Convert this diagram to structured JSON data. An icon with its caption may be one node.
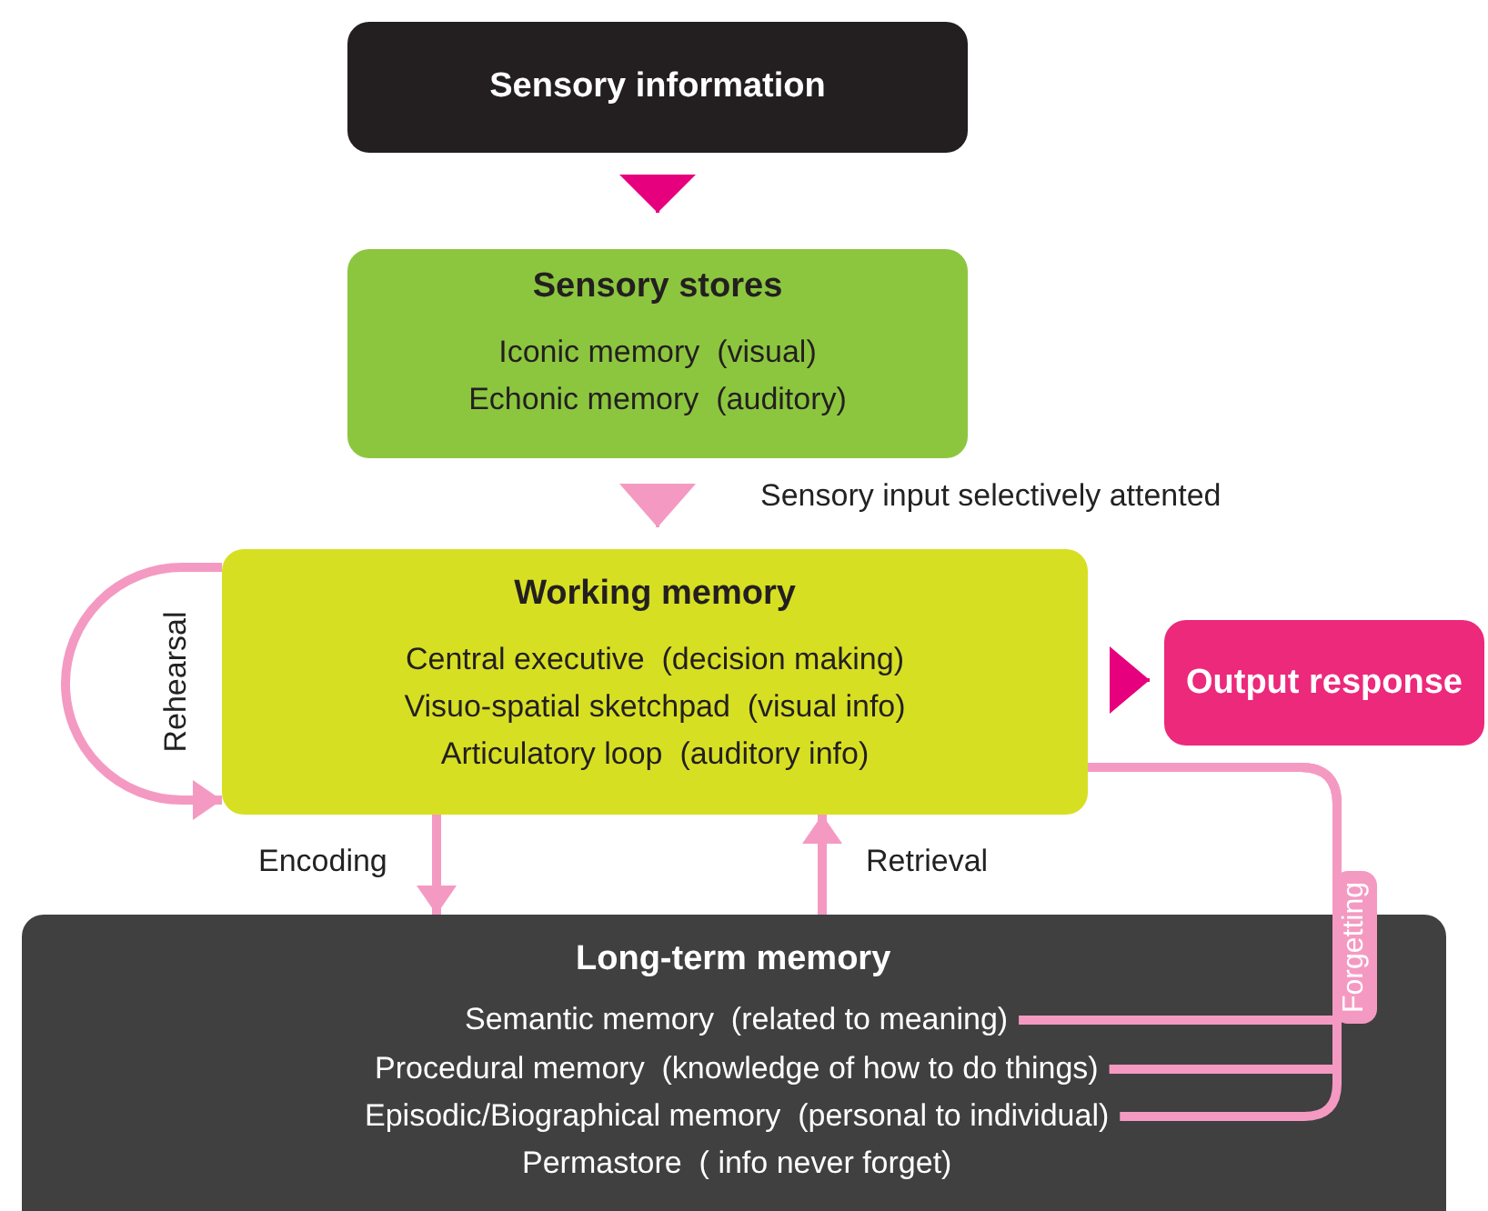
{
  "diagram": {
    "nodes": [
      {
        "text": [
          "Sensory information"
        ]
      },
      {
        "text": [
          "Sensory stores",
          "Iconic memory  (visual)",
          "Echonic memory  (auditory)"
        ]
      },
      {
        "text": [
          "Working memory",
          "Central executive  (decision making)",
          "Visuo-spatial sketchpad  (visual info)",
          "Articulatory loop  (auditory info)"
        ]
      },
      {
        "text": [
          "Output response"
        ]
      },
      {
        "text": [
          "Long-term memory",
          "Permastore  ( info never forget)"
        ]
      },
      {
        "text": [
          "Semantic memory  (related to meaning)"
        ],
        "in": 4
      },
      {
        "text": [
          "Procedural memory  (knowledge of how to do things)"
        ],
        "in": 4
      },
      {
        "text": [
          "Episodic/Biographical memory  (personal to individual)"
        ],
        "in": 4
      }
    ],
    "edges": [
      {
        "from": 0,
        "to": 1,
        "arrow": "to",
        "color": "#e6007e"
      },
      {
        "from": 1,
        "to": 2,
        "arrow": "to",
        "label": "Sensory input selectively attented"
      },
      {
        "from": 2,
        "to": 2,
        "arrow": "to",
        "label": "Rehearsal"
      },
      {
        "from": 2,
        "to": 4,
        "arrow": "to",
        "label": "Encoding"
      },
      {
        "from": 4,
        "to": 2,
        "arrow": "to",
        "label": "Retrieval"
      },
      {
        "from": 2,
        "to": 3,
        "arrow": "to",
        "color": "#e6007e"
      },
      {
        "from": 2,
        "to": 5,
        "arrow": "none",
        "label": "Forgetting"
      },
      {
        "from": 2,
        "to": 6,
        "arrow": "none"
      },
      {
        "from": 2,
        "to": 7,
        "arrow": "none"
      }
    ]
  }
}
